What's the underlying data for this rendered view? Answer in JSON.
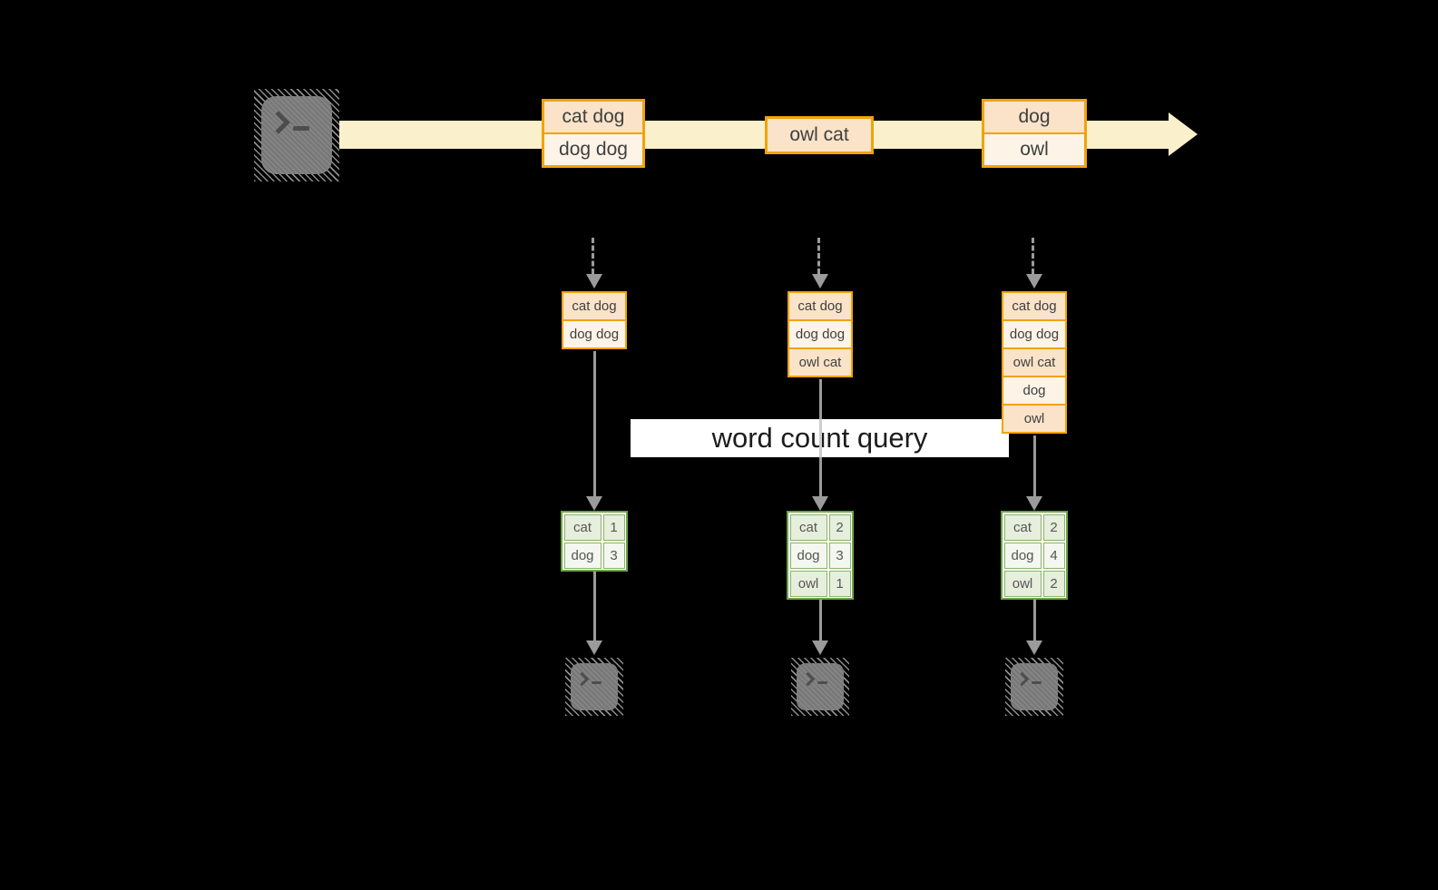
{
  "canvas": {
    "background": "#000000"
  },
  "colors": {
    "stream_band": "#FAF0CC",
    "record_border": "#F0A30A",
    "record_cell_dark": "#FAE3C8",
    "record_cell_light": "#FDF3E7",
    "table_border": "#6FA24B",
    "table_row_dark": "#E6EEDC",
    "table_row_light": "#F3F7EF",
    "arrow_gray": "#9B9B9B",
    "terminal_gray": "#7E7E7E",
    "label_background": "#FFFFFF"
  },
  "icons": {
    "source": "terminal-icon",
    "outputs": [
      "terminal-icon",
      "terminal-icon",
      "terminal-icon"
    ]
  },
  "query_label": "word count query",
  "stream": {
    "batches": [
      {
        "cells": [
          "cat dog",
          "dog dog"
        ]
      },
      {
        "cells": [
          "owl cat"
        ]
      },
      {
        "cells": [
          "dog",
          "owl"
        ]
      }
    ]
  },
  "columns": [
    {
      "buffer": [
        "cat dog",
        "dog dog"
      ],
      "counts": [
        {
          "word": "cat",
          "count": "1"
        },
        {
          "word": "dog",
          "count": "3"
        }
      ]
    },
    {
      "buffer": [
        "cat dog",
        "dog dog",
        "owl cat"
      ],
      "counts": [
        {
          "word": "cat",
          "count": "2"
        },
        {
          "word": "dog",
          "count": "3"
        },
        {
          "word": "owl",
          "count": "1"
        }
      ]
    },
    {
      "buffer": [
        "cat dog",
        "dog dog",
        "owl cat",
        "dog",
        "owl"
      ],
      "counts": [
        {
          "word": "cat",
          "count": "2"
        },
        {
          "word": "dog",
          "count": "4"
        },
        {
          "word": "owl",
          "count": "2"
        }
      ]
    }
  ]
}
